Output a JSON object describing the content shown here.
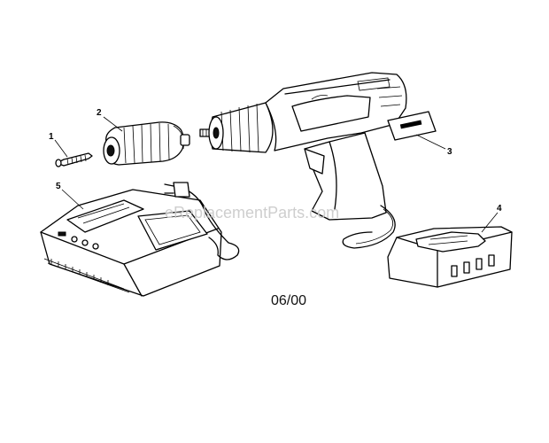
{
  "diagram": {
    "callouts": [
      "1",
      "2",
      "3",
      "4",
      "5"
    ],
    "revision_date": "06/00",
    "watermark": "eReplacementParts.com"
  },
  "colors": {
    "line": "#000000",
    "background": "#ffffff",
    "watermark": "#c9c9c9"
  }
}
